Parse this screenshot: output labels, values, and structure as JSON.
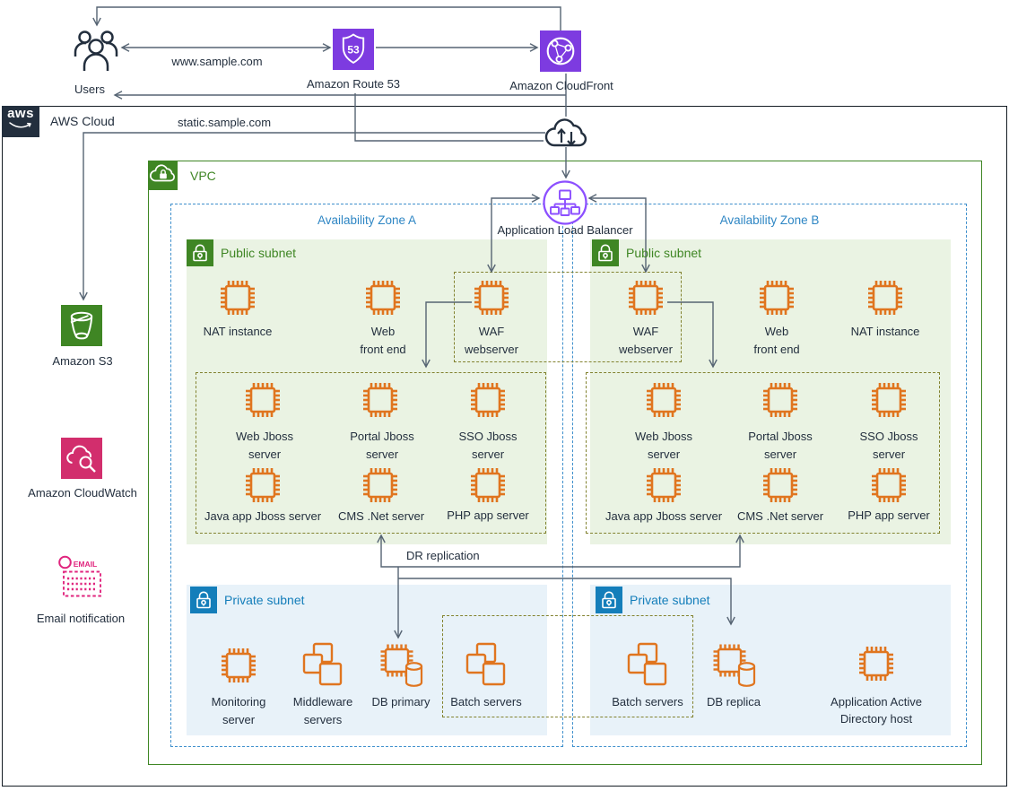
{
  "diagram": {
    "title": "AWS web architecture diagram",
    "aws_cloud": {
      "logo": "aws",
      "label": "AWS Cloud"
    },
    "vpc": {
      "label": "VPC"
    },
    "zones": [
      {
        "label": "Availability Zone A"
      },
      {
        "label": "Availability Zone B"
      }
    ],
    "subnets": [
      {
        "kind": "public",
        "zone": "A",
        "label": "Public subnet"
      },
      {
        "kind": "public",
        "zone": "B",
        "label": "Public subnet"
      },
      {
        "kind": "private",
        "zone": "A",
        "label": "Private subnet"
      },
      {
        "kind": "private",
        "zone": "B",
        "label": "Private subnet"
      }
    ],
    "connection_labels": {
      "www": "www.sample.com",
      "static": "static.sample.com",
      "dr": "DR replication"
    },
    "icon_texts": {
      "route53": "53",
      "email": "EMAIL"
    },
    "nodes": [
      {
        "id": "users",
        "lines": [
          "Users"
        ]
      },
      {
        "id": "route53",
        "lines": [
          "Amazon Route 53"
        ]
      },
      {
        "id": "cloudfront",
        "lines": [
          "Amazon CloudFront"
        ]
      },
      {
        "id": "internet-gateway",
        "lines": []
      },
      {
        "id": "alb",
        "lines": [
          "Application Load Balancer"
        ]
      },
      {
        "id": "s3",
        "lines": [
          "Amazon S3"
        ]
      },
      {
        "id": "cloudwatch",
        "lines": [
          "Amazon CloudWatch"
        ]
      },
      {
        "id": "email-notification",
        "lines": [
          "Email notification"
        ]
      },
      {
        "id": "nat-a",
        "lines": [
          "NAT instance"
        ]
      },
      {
        "id": "web-frontend-a",
        "lines": [
          "Web",
          "front end"
        ]
      },
      {
        "id": "waf-a",
        "lines": [
          "WAF",
          "webserver"
        ]
      },
      {
        "id": "waf-b",
        "lines": [
          "WAF",
          "webserver"
        ]
      },
      {
        "id": "web-frontend-b",
        "lines": [
          "Web",
          "front end"
        ]
      },
      {
        "id": "nat-b",
        "lines": [
          "NAT instance"
        ]
      },
      {
        "id": "web-jboss-a",
        "lines": [
          "Web Jboss",
          "server"
        ]
      },
      {
        "id": "portal-jboss-a",
        "lines": [
          "Portal Jboss",
          "server"
        ]
      },
      {
        "id": "sso-jboss-a",
        "lines": [
          "SSO Jboss",
          "server"
        ]
      },
      {
        "id": "java-jboss-a",
        "lines": [
          "Java app Jboss server"
        ]
      },
      {
        "id": "cms-net-a",
        "lines": [
          "CMS .Net server"
        ]
      },
      {
        "id": "php-app-a",
        "lines": [
          "PHP app server"
        ]
      },
      {
        "id": "web-jboss-b",
        "lines": [
          "Web Jboss",
          "server"
        ]
      },
      {
        "id": "portal-jboss-b",
        "lines": [
          "Portal Jboss",
          "server"
        ]
      },
      {
        "id": "sso-jboss-b",
        "lines": [
          "SSO Jboss",
          "server"
        ]
      },
      {
        "id": "java-jboss-b",
        "lines": [
          "Java app Jboss server"
        ]
      },
      {
        "id": "cms-net-b",
        "lines": [
          "CMS .Net server"
        ]
      },
      {
        "id": "php-app-b",
        "lines": [
          "PHP app server"
        ]
      },
      {
        "id": "monitoring",
        "lines": [
          "Monitoring",
          "server"
        ]
      },
      {
        "id": "middleware",
        "lines": [
          "Middleware",
          "servers"
        ]
      },
      {
        "id": "db-primary",
        "lines": [
          "DB primary"
        ]
      },
      {
        "id": "batch-a",
        "lines": [
          "Batch servers"
        ]
      },
      {
        "id": "batch-b",
        "lines": [
          "Batch servers"
        ]
      },
      {
        "id": "db-replica",
        "lines": [
          "DB replica"
        ]
      },
      {
        "id": "ad-host",
        "lines": [
          "Application Active",
          "Directory host"
        ]
      }
    ]
  },
  "colors": {
    "navy": "#232F3E",
    "line": "#566473",
    "orange": "#E0751F",
    "purple": "#7D3BE0",
    "alb_purple": "#8C4FFF",
    "green": "#3F8624",
    "green_bg": "#EAF3E3",
    "blue": "#147EBA",
    "blue_bg": "#E8F2F9",
    "az_border": "#3E8FCC",
    "olive": "#82822F",
    "pink": "#D22E6D",
    "magenta": "#E0257E"
  }
}
